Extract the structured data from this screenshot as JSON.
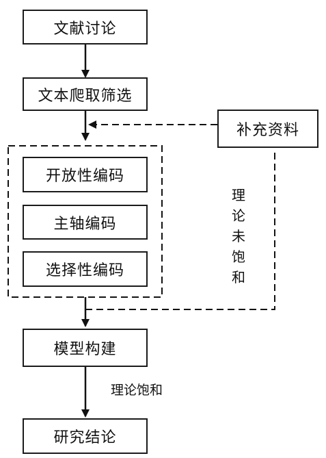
{
  "nodes": {
    "literature": "文献讨论",
    "crawl": "文本爬取筛选",
    "supplement": "补充资料",
    "open_coding": "开放性编码",
    "axial_coding": "主轴编码",
    "selective_coding": "选择性编码",
    "model": "模型构建",
    "conclusion": "研究结论"
  },
  "edge_labels": {
    "unsaturated": [
      "理",
      "论",
      "未",
      "饱",
      "和"
    ],
    "saturated": "理论饱和"
  }
}
